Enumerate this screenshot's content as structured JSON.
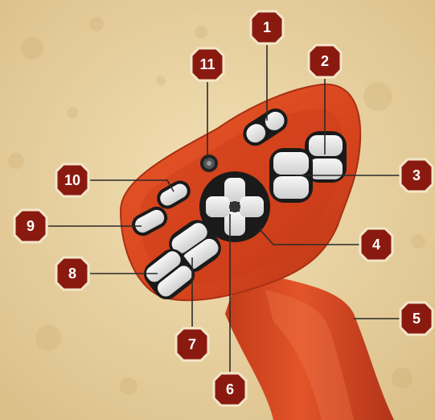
{
  "colors": {
    "background": "#e9d3a4",
    "joystick_body": "#d9461e",
    "joystick_dark": "#a92f12",
    "button_face": "#e6e6e6",
    "button_rim": "#1a1a1a",
    "badge_fill": "#8a1a10",
    "badge_border": "#f3e6c8",
    "leader_line": "#2a2a2a"
  },
  "labels": {
    "c1": "1",
    "c2": "2",
    "c3": "3",
    "c4": "4",
    "c5": "5",
    "c6": "6",
    "c7": "7",
    "c8": "8",
    "c9": "9",
    "c10": "10",
    "c11": "11"
  }
}
